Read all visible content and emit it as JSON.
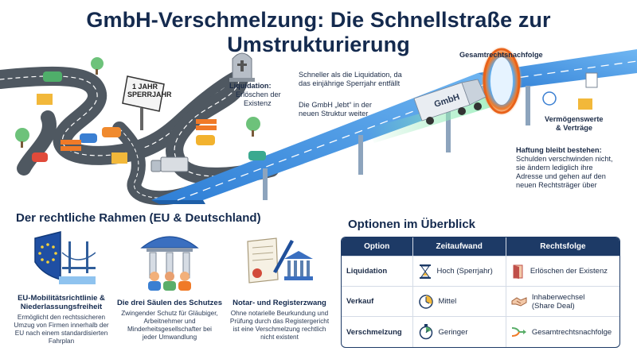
{
  "title": "GmbH-Verschmelzung: Die Schnellstraße zur Umstrukturierung",
  "hero": {
    "sign_line1": "1 JAHR",
    "sign_line2": "SPERRJAHR",
    "liquidation_title": "Liquidation:",
    "liquidation_text1": "Erlöschen der",
    "liquidation_text2": "Existenz",
    "faster_line1": "Schneller als die Liquidation, da",
    "faster_line2": "das einjährige Sperrjahr entfällt",
    "lives_line1": "Die GmbH „lebt“ in der",
    "lives_line2": "neuen Struktur weiter",
    "truck_label": "GmbH",
    "gesamt_label": "Gesamtrechtsnachfolge",
    "assets_line1": "Vermögenswerte",
    "assets_line2": "& Verträge",
    "liability_title": "Haftung bleibt bestehen:",
    "liability_line1": "Schulden verschwinden nicht,",
    "liability_line2": "sie ändern lediglich ihre",
    "liability_line3": "Adresse und gehen auf den",
    "liability_line4": "neuen Rechtsträger über"
  },
  "framework": {
    "heading": "Der rechtliche Rahmen (EU & Deutschland)",
    "cards": [
      {
        "icon": "eu-shield-bridge-icon",
        "title1": "EU-Mobilitätsrichtlinie &",
        "title2": "Niederlassungsfreiheit",
        "text": [
          "Ermöglicht den rechtssicheren",
          "Umzug von Firmen innerhalb der",
          "EU nach einem standardisierten",
          "Fahrplan"
        ]
      },
      {
        "icon": "pillars-umbrella-icon",
        "title1": "Die drei Säulen des Schutzes",
        "title2": "",
        "text": [
          "Zwingender Schutz für Gläubiger,",
          "Arbeitnehmer und",
          "Minderheitsgesellschafter bei",
          "jeder Umwandlung"
        ]
      },
      {
        "icon": "notary-document-icon",
        "title1": "Notar- und Registerzwang",
        "title2": "",
        "text": [
          "Ohne notarielle Beurkundung und",
          "Prüfung durch das Registergericht",
          "ist eine Verschmelzung rechtlich",
          "nicht existent"
        ]
      }
    ]
  },
  "options": {
    "heading": "Optionen im Überblick",
    "columns": [
      "Option",
      "Zeitaufwand",
      "Rechtsfolge"
    ],
    "rows": [
      {
        "option": "Liquidation",
        "time": "Hoch (Sperrjahr)",
        "time_icon": "hourglass-icon",
        "result1": "Erlöschen der Existenz",
        "result2": "",
        "result_icon": "exit-door-icon"
      },
      {
        "option": "Verkauf",
        "time": "Mittel",
        "time_icon": "clock-icon",
        "result1": "Inhaberwechsel",
        "result2": "(Share Deal)",
        "result_icon": "handshake-icon"
      },
      {
        "option": "Verschmelzung",
        "time": "Geringer",
        "time_icon": "stopwatch-icon",
        "result1": "Gesamtrechtsnachfolge",
        "result2": "",
        "result_icon": "merge-arrows-icon"
      }
    ]
  },
  "colors": {
    "navy": "#1d3a66",
    "highway": "#3d8fe0",
    "portal": "#f07a28",
    "road": "#5d6670"
  }
}
